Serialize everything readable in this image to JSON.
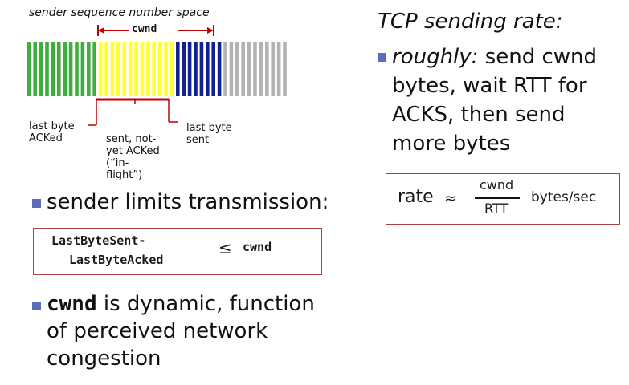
{
  "diagram": {
    "seq_space_label": "sender sequence number space",
    "cwnd_label": "cwnd",
    "last_byte_acked": "last byte\nACKed",
    "sent_not_yet_acked": "sent, not-\nyet ACKed\n(“in-\nflight”)",
    "last_byte_sent": "last byte\nsent",
    "colors": {
      "acked": "#3fae3f",
      "in_flight": "#ffff33",
      "usable": "#13208f",
      "unusable": "#b3b3b3",
      "marker": "#c00000"
    }
  },
  "left": {
    "bullet1": "sender limits transmission:",
    "ineq_left_1": "LastByteSent-",
    "ineq_left_2": "LastByteAcked",
    "ineq_op": "≤",
    "ineq_right": "cwnd",
    "bullet2_code": "cwnd",
    "bullet2_rest_line1": " is dynamic, function",
    "bullet2_line2": "of perceived network",
    "bullet2_line3": "congestion"
  },
  "right": {
    "heading": "TCP sending rate:",
    "bullet_em": "roughly:",
    "bullet_line1_rest": " send cwnd",
    "bullet_line2": "bytes, wait RTT for",
    "bullet_line3": "ACKS, then send",
    "bullet_line4": "more bytes",
    "rate_word": "rate",
    "approx": "≈",
    "numerator": "cwnd",
    "denominator": "RTT",
    "units": "bytes/sec"
  }
}
